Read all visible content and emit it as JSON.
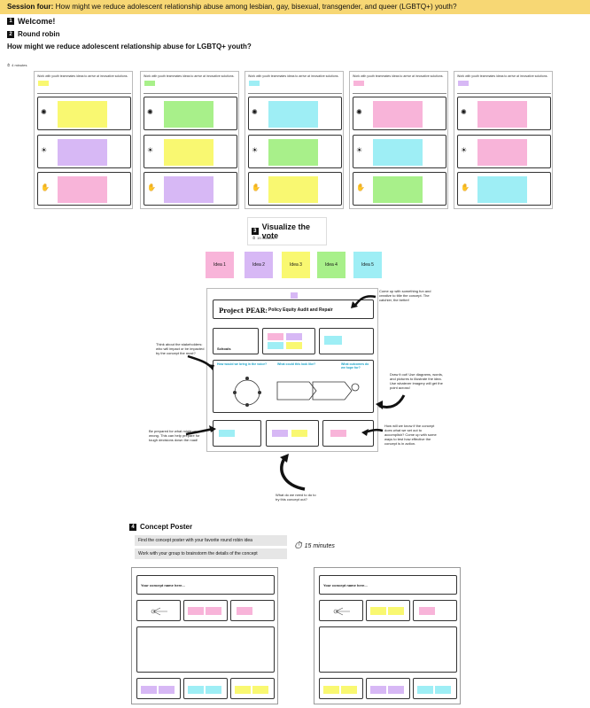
{
  "banner": {
    "lead": "Session four:",
    "question": "How might we reduce adolescent relationship abuse among lesbian, gay, bisexual, transgender, and queer (LGBTQ+) youth?"
  },
  "sections": {
    "welcome": {
      "num": "1",
      "title": "Welcome!"
    },
    "round_robin": {
      "num": "2",
      "title": "Round robin",
      "prompt": "How might we reduce adolescent relationship abuse for LGBTQ+ youth?",
      "timer": "4 minutes"
    },
    "visualize": {
      "num": "3",
      "title": "Visualize the vote",
      "timer": "15 minutes"
    },
    "concept": {
      "num": "4",
      "title": "Concept Poster",
      "step1": "Find the concept poster with your favorite round robin idea",
      "step2": "Work with your group to brainstorm the details of the concept",
      "timer": "15 minutes"
    }
  },
  "round_robin_boards": [
    {
      "header": "Work with youth teammates ideas to arrive at innovative solutions.",
      "tag_color": "#f9f871",
      "stickies": [
        "#f9f871",
        "#d7b8f5",
        "#f8b4d9"
      ]
    },
    {
      "header": "Work with youth teammates ideas to arrive at innovative solutions.",
      "tag_color": "#a8f08a",
      "stickies": [
        "#a8f08a",
        "#f9f871",
        "#d7b8f5"
      ]
    },
    {
      "header": "Work with youth teammates ideas to arrive at innovative solutions.",
      "tag_color": "#9eeef5",
      "stickies": [
        "#9eeef5",
        "#a8f08a",
        "#f9f871"
      ]
    },
    {
      "header": "Work with youth teammates ideas to arrive at innovative solutions.",
      "tag_color": "#f8b4d9",
      "stickies": [
        "#f8b4d9",
        "#9eeef5",
        "#a8f08a"
      ]
    },
    {
      "header": "Work with youth teammates ideas to arrive at innovative solutions.",
      "tag_color": "#d7b8f5",
      "stickies": [
        "#f8b4d9",
        "#f8b4d9",
        "#9eeef5"
      ]
    }
  ],
  "votes": [
    {
      "label": "Idea 1",
      "color": "#f8b4d9"
    },
    {
      "label": "Idea 2",
      "color": "#d7b8f5"
    },
    {
      "label": "Idea 3",
      "color": "#f9f871"
    },
    {
      "label": "Idea 4",
      "color": "#a8f08a"
    },
    {
      "label": "Idea 5",
      "color": "#9eeef5"
    }
  ],
  "example": {
    "title_main": "Project PEAR:",
    "title_sub": "Policy Equity Audit and Repair",
    "label_schools": "Schools",
    "q1": "How would we bring in the voice?",
    "q2": "What could this look like?",
    "q3": "What outcomes do we hope for?"
  },
  "annotations": {
    "name": "Come up with something fun and creative to title the concept. The catchier, the better!",
    "stakeholders": "Think about the stakeholders: who will impact or be impacted by the concept the most?",
    "draw": "Draw it out! Use diagrams, words, and pictures to illustrate the idea. Use whatever imagery will get the point across!",
    "prepared": "Be prepared for what might go wrong. This can help prepare for tough decisions down the road!",
    "know": "How will we know if the concept does what we set out to accomplish? Come up with some ways to test how effective the concept is in action.",
    "need": "What do we need to do to try this concept out?"
  },
  "posters": [
    {
      "name_label": "Your concept name here...",
      "row1": [
        "#f8b4d9",
        "#f8b4d9",
        "#f8b4d9"
      ],
      "row3": [
        "#d7b8f5",
        "#d7b8f5",
        "#9eeef5",
        "#9eeef5",
        "#f9f871",
        "#f9f871"
      ]
    },
    {
      "name_label": "Your concept name here...",
      "row1": [
        "#f9f871",
        "#f9f871",
        "#f8b4d9"
      ],
      "row3": [
        "#f9f871",
        "#f9f871",
        "#d7b8f5",
        "#d7b8f5",
        "#9eeef5",
        "#9eeef5"
      ]
    }
  ]
}
